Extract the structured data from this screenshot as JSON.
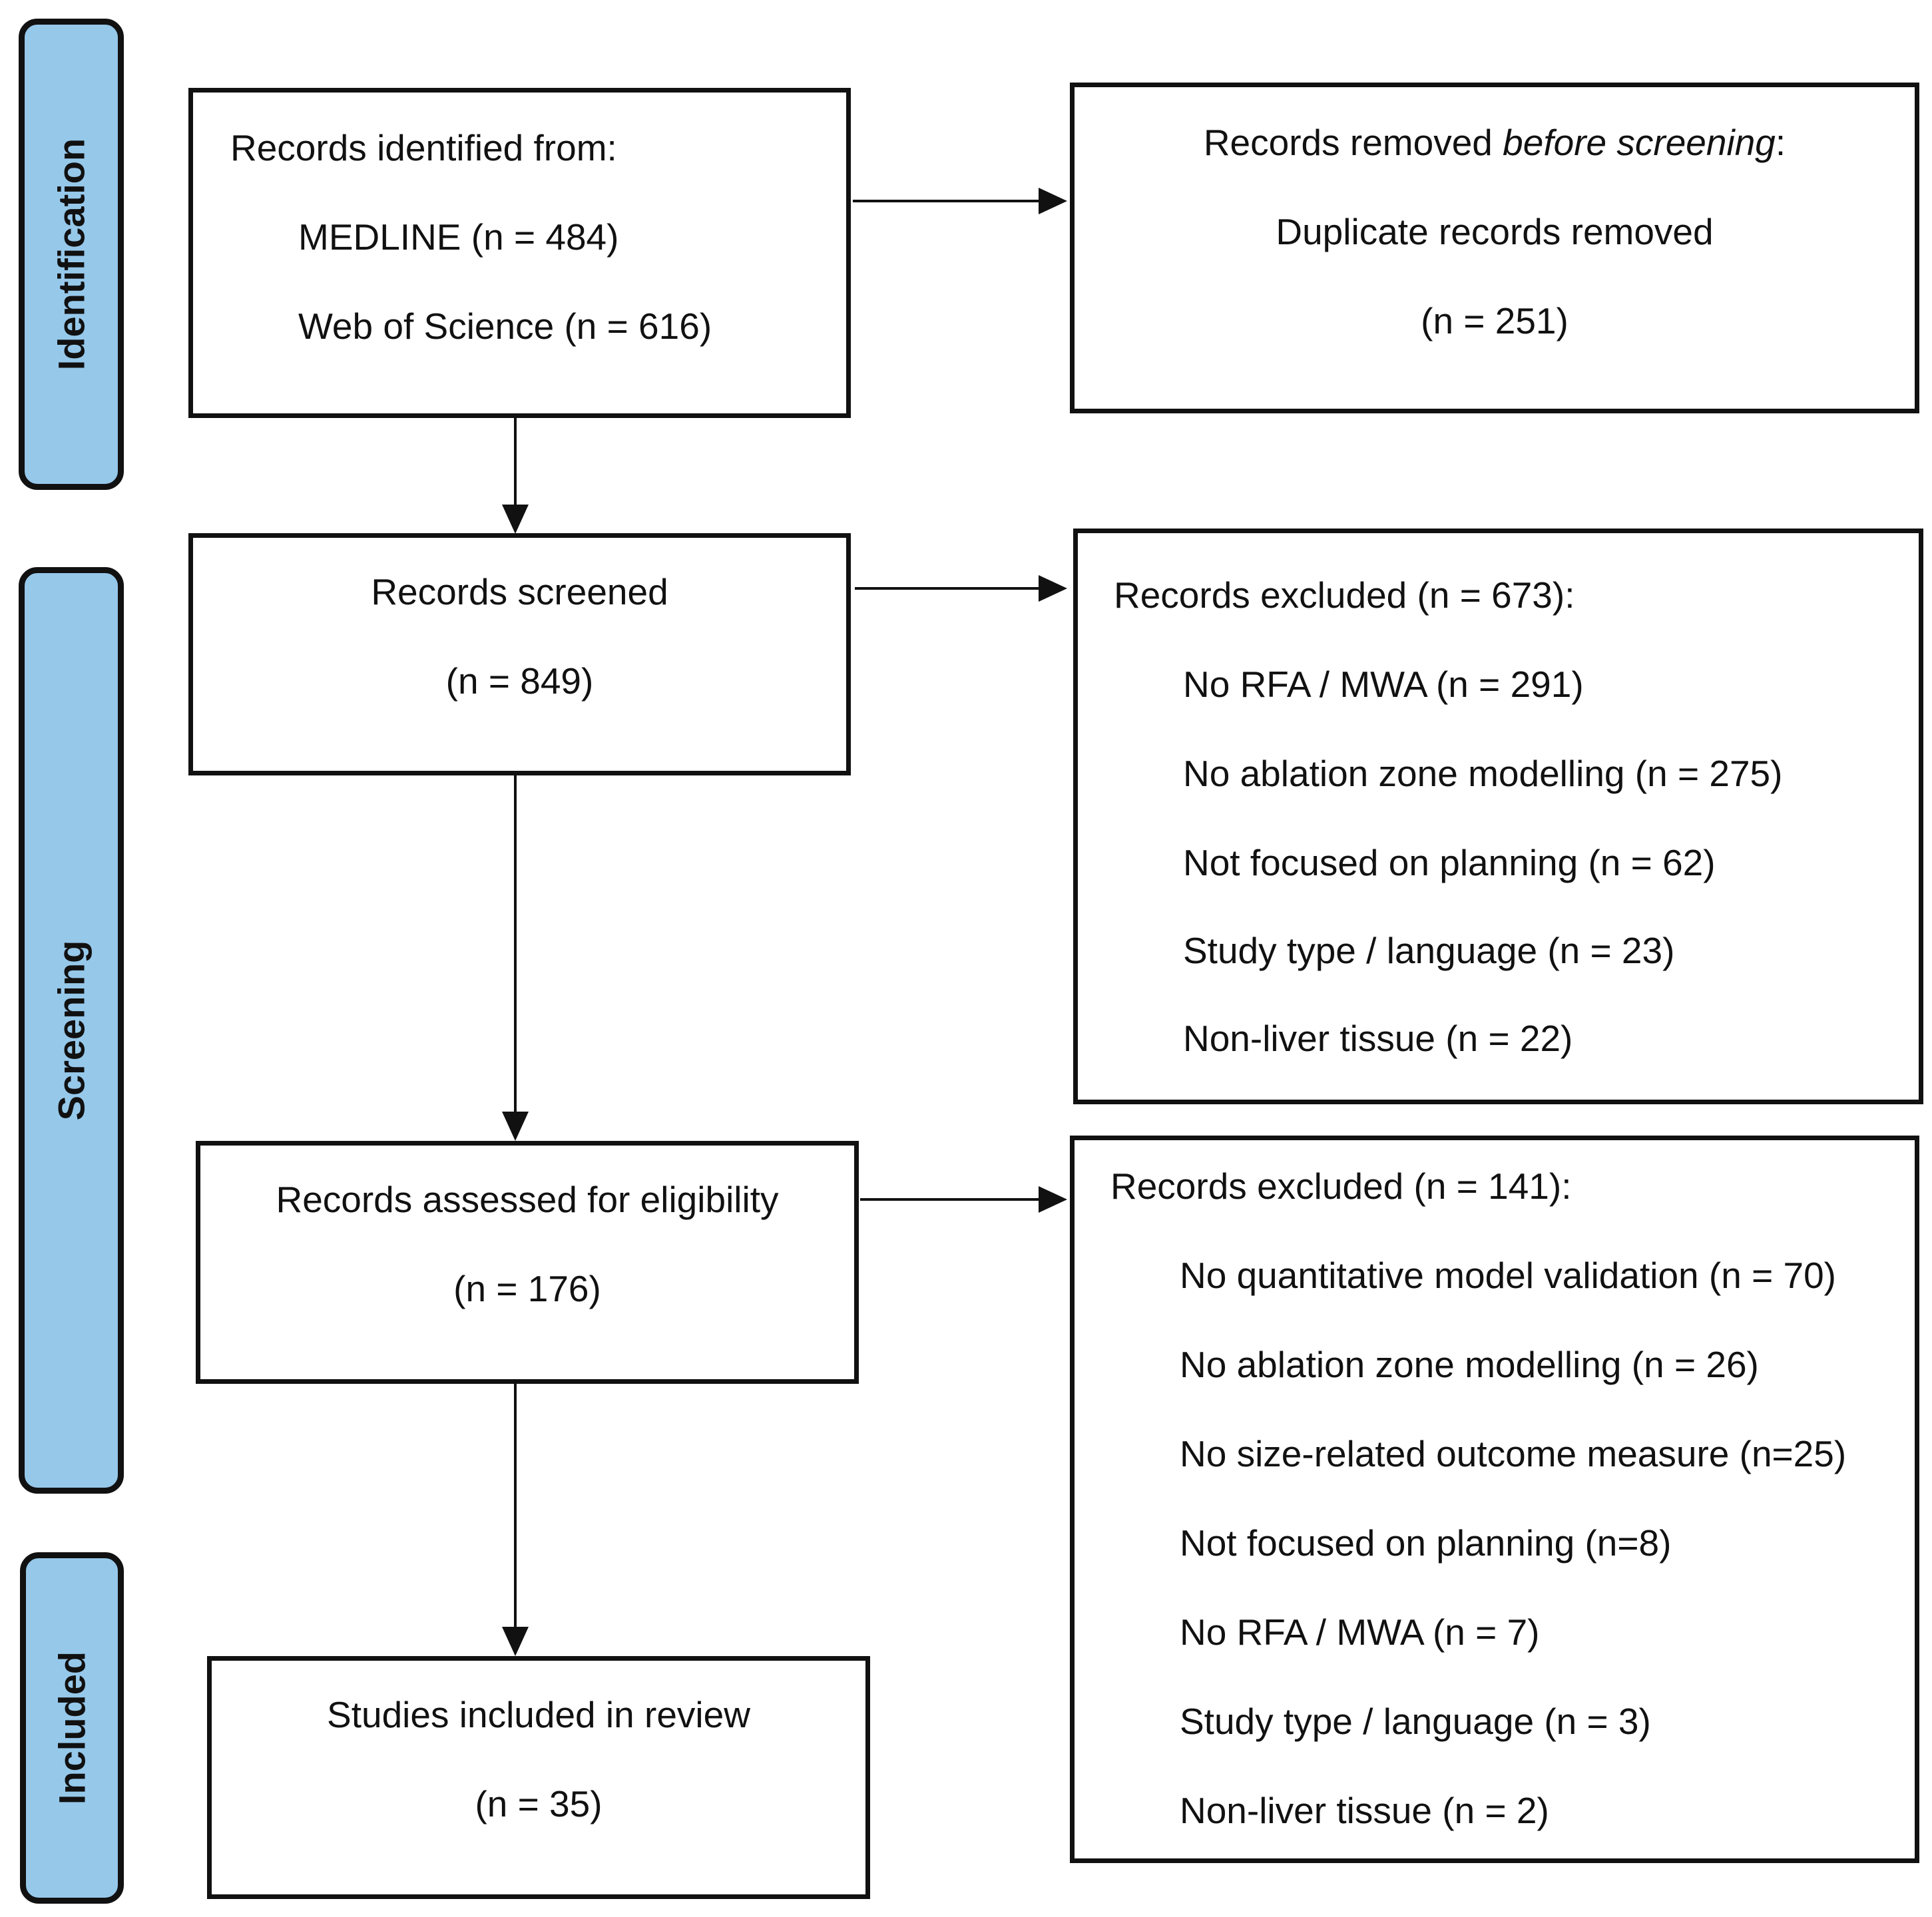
{
  "stages": {
    "identification": "Identification",
    "screening": "Screening",
    "included": "Included"
  },
  "identified": {
    "heading": "Records identified from:",
    "sources": [
      "MEDLINE (n = 484)",
      "Web of Science (n = 616)"
    ]
  },
  "removed": {
    "heading_prefix": "Records removed ",
    "heading_emph": "before screening",
    "heading_suffix": ":",
    "line1": "Duplicate records removed",
    "line2": "(n = 251)"
  },
  "screened": {
    "title": "Records screened",
    "count": "(n = 849)"
  },
  "excluded_screening": {
    "heading": "Records excluded (n = 673):",
    "reasons": [
      "No RFA / MWA (n = 291)",
      "No ablation zone modelling (n  = 275)",
      "Not focused on planning (n = 62)",
      "Study type / language (n = 23)",
      "Non-liver tissue (n = 22)"
    ]
  },
  "eligibility": {
    "title": "Records assessed for eligibility",
    "count": "(n = 176)"
  },
  "excluded_eligibility": {
    "heading": "Records excluded (n = 141):",
    "reasons": [
      "No quantitative model validation (n = 70)",
      "No ablation zone modelling (n = 26)",
      "No size-related outcome measure (n=25)",
      "Not focused on planning (n=8)",
      "No RFA / MWA (n = 7)",
      "Study type / language (n = 3)",
      "Non-liver tissue (n = 2)"
    ]
  },
  "included": {
    "title": "Studies included in review",
    "count": "(n = 35)"
  },
  "colors": {
    "stage_fill": "#96c8ea",
    "stroke": "#111111"
  }
}
